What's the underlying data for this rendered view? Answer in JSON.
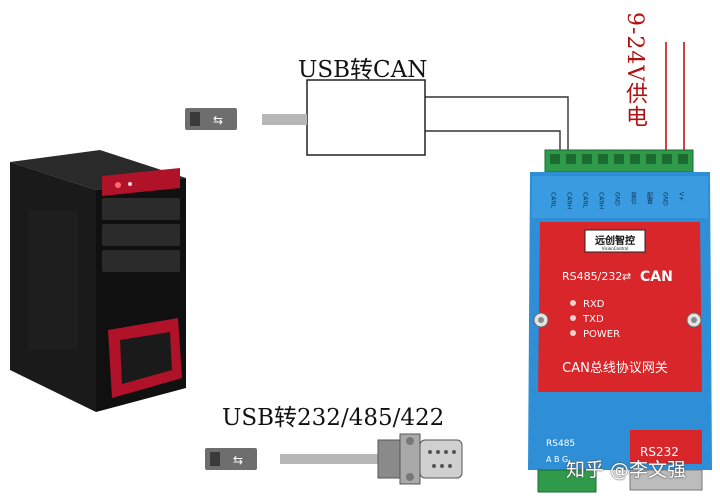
{
  "labels": {
    "usb_to_can": "USB转CAN",
    "usb_to_serial": "USB转232/485/422",
    "power_supply": "9-24V供电"
  },
  "gateway": {
    "brand": "远创智控",
    "brand_sub": "VisionControl",
    "model_line": "RS485/232",
    "can_badge": "CAN",
    "leds": [
      "RXD",
      "TXD",
      "POWER"
    ],
    "product_name": "CAN总线协议网关",
    "bottom_left_label": "RS485",
    "bottom_left_pins": "A B G",
    "bottom_right_label": "RS232",
    "top_terminals": [
      "CANL",
      "CANH",
      "CANL",
      "CANH",
      "GND",
      "复位",
      "配置",
      "GND",
      "V+"
    ]
  },
  "watermark": "知乎 @李文强",
  "colors": {
    "gateway_blue": "#2f8fd6",
    "gateway_red": "#d9262b",
    "terminal_green": "#2e9a4a",
    "pc_body": "#141414",
    "pc_accent": "#b0122a",
    "power_wire": "#c0141a"
  }
}
